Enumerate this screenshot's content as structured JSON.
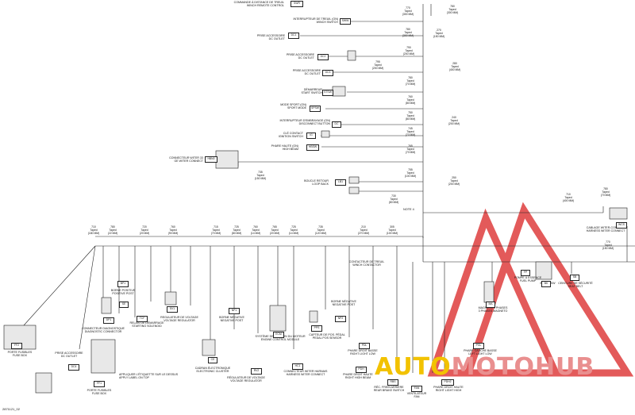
{
  "doc_code": "2871121_02",
  "note_ref": "NOTE 4",
  "brand": {
    "part1": "AUTO",
    "part2": "MOTOHUB",
    "color_a": "#f2c200",
    "color_b": "#e98f8f",
    "triangle_color": "#e35a5a"
  },
  "right_labels": [
    {
      "text": "COMMANDE À DISTANCE DE TREUIL\nWINCH REMOTE CONTROL",
      "code": "SWR"
    },
    {
      "text": "INTERRUPTEUR DE TREUIL (ON)\nWINCH SWITCH",
      "code": "SWW"
    },
    {
      "text": "PRISE ACCESSOIRE\nDC OUTLET",
      "code": "DC1"
    },
    {
      "text": "PRISE ACCESSOIRE\nDC OUTLET",
      "code": "DC2"
    },
    {
      "text": "PRISE ACCESSOIRE\nDC OUTLET",
      "code": "DC3"
    },
    {
      "text": "DÉMARREUR\nSTART SWITCH",
      "code": "STSW"
    },
    {
      "text": "MODE SPORT (ON)\nSPORT MODE",
      "code": "SPSW"
    },
    {
      "text": "INTERRUPTEUR D'EMBRAYAGE (ON)\nDISCONNECT BUTTON",
      "code": "DC"
    },
    {
      "text": "CLÉ CONTACT\nIGNITION SWITCH",
      "code": "IG"
    },
    {
      "text": "PHARE HAUTE (ON)\nHIGH BEAM",
      "code": "HBSW"
    },
    {
      "text": "BOUCLE RETOUR\nLOOP BACK",
      "code": "LB1"
    }
  ],
  "connector_main": {
    "text": "CONNECTEUR WITER 33\nGE WITER CONNECT",
    "code": "HBN0"
  },
  "top_tapes": [
    "770\nTaped\n(300 MM)",
    "780\nTaped\n(300 MM)",
    "790\nTaped\n(200 MM)",
    "795\nTaped\n(200 MM)",
    "780\nTaped\n(70 MM)",
    "760\nTaped\n(80 MM)",
    "750\nTaped\n(80 MM)",
    "745\nTaped\n(70 MM)",
    "765\nTaped\n(70 MM)",
    "755\nTaped\n(100 MM)",
    "730\nTaped\n(80 MM)",
    "735\nTaped\n(150 MM)"
  ],
  "mid_tapes": [
    "780\nTaped\n(300 MM)",
    "280\nTaped\n(400 MM)",
    "240\nTaped\n(200 MM)",
    "250\nTaped\n(200 MM)",
    "270\nTaped\n(150 MM)"
  ],
  "bus_tapes": [
    "710\nTaped\n(180 MM)",
    "780\nTaped\n(22 MM)",
    "720\nTaped\n(20 MM)",
    "760\nTaped\n(90 MM)",
    "715\nTaped\n(70 MM)",
    "725\nTaped\n(80 MM)",
    "760\nTaped\n(14 MM)",
    "765\nTaped\n(20 MM)",
    "725\nTaped\n(14 MM)",
    "735\nTaped\n(120 MM)",
    "210\nTaped\n(270 MM)",
    "305\nTaped\n(100 MM)"
  ],
  "right_tapes": [
    "710\nTaped\n(400 MM)",
    "780\nTaped\n(70 MM)",
    "770\nTaped\n(150 MM)"
  ],
  "lower_labels": [
    "PORTE FUSIBLES\nFUSE BOX",
    "PRISE ACCESSOIRE\nDC OUTLET",
    "PORTE FUSIBLES\nFUSE BOX",
    "APPLIQUER L'ÉTIQUETTE SUR LE DESSUS\nAPPLY LABEL ON TOP",
    "CONNECTEUR DIAGNOSTIQUE\nDIAGNOSTIC CONNECTOR",
    "RELAIS DE DÉMARRAGE\nSTARTING SOLENOID",
    "REGULATEUR DE VOLTAGE\nVOLTAGE REGULATOR",
    "BORNE POSITIVE\nPOSITIVE POST",
    "CADRAN ÉLECTRONIQUE\nELECTRONIC CLUSTER",
    "BORNE NÉGATIVE\nNEGATIVE POST",
    "RÉGULATEUR DE VOLTAGE\nVOLTAGE REGULATOR",
    "SYSTÈME DE GESTION DU MOTEUR\nENGINE CONTROL MODULE",
    "CONNECTEUR WITER HARNAIS\nHARNESS WITER CONNECT",
    "CONTACTEUR DE TREUIL\nWINCH CONTACTOR",
    "BORNE NÉGATIVE\nNEGATIVE POST",
    "CAPTEUR DE POS. PÉDAL\nPEDAL POS SENSOR",
    "PHARE DROIT HAUTE\nRIGHT HIGH BEAM",
    "PHARE DROIT BASSE\nRIGHT LIGHT LOW",
    "RÉC. FREIN ARRIÈRE\nREAR BRAKE SWITCH",
    "VENTILATEUR\nFAN",
    "PHARE DROIT HAUTE\nRIGHT LIGHT HIGH",
    "PHARE GAUCHE BASSE\nLEFT LIGHT LOW",
    "POMPE À ESSENCE\nFUEL PUMP",
    "MAGNÉTO 3 PHASES\n3 PHASES MAGNETO",
    "BRAKE SW",
    "CEINTURE DE SÉCURITÉ\nSEAT BELT",
    "CABLAGE WITER-CONNECT\nHARNESS WITER CONNECT"
  ],
  "codes": [
    "FF2",
    "DC4",
    "FF1",
    "DP1",
    "TCF",
    "SV1",
    "BP1",
    "SE",
    "NP1",
    "RV2",
    "ECM",
    "HC1",
    "CE",
    "NP2",
    "PPS",
    "PDH",
    "PDL",
    "RBS",
    "FAN",
    "PDH2",
    "PGL",
    "FP",
    "MA",
    "BK",
    "SB",
    "WCS"
  ]
}
